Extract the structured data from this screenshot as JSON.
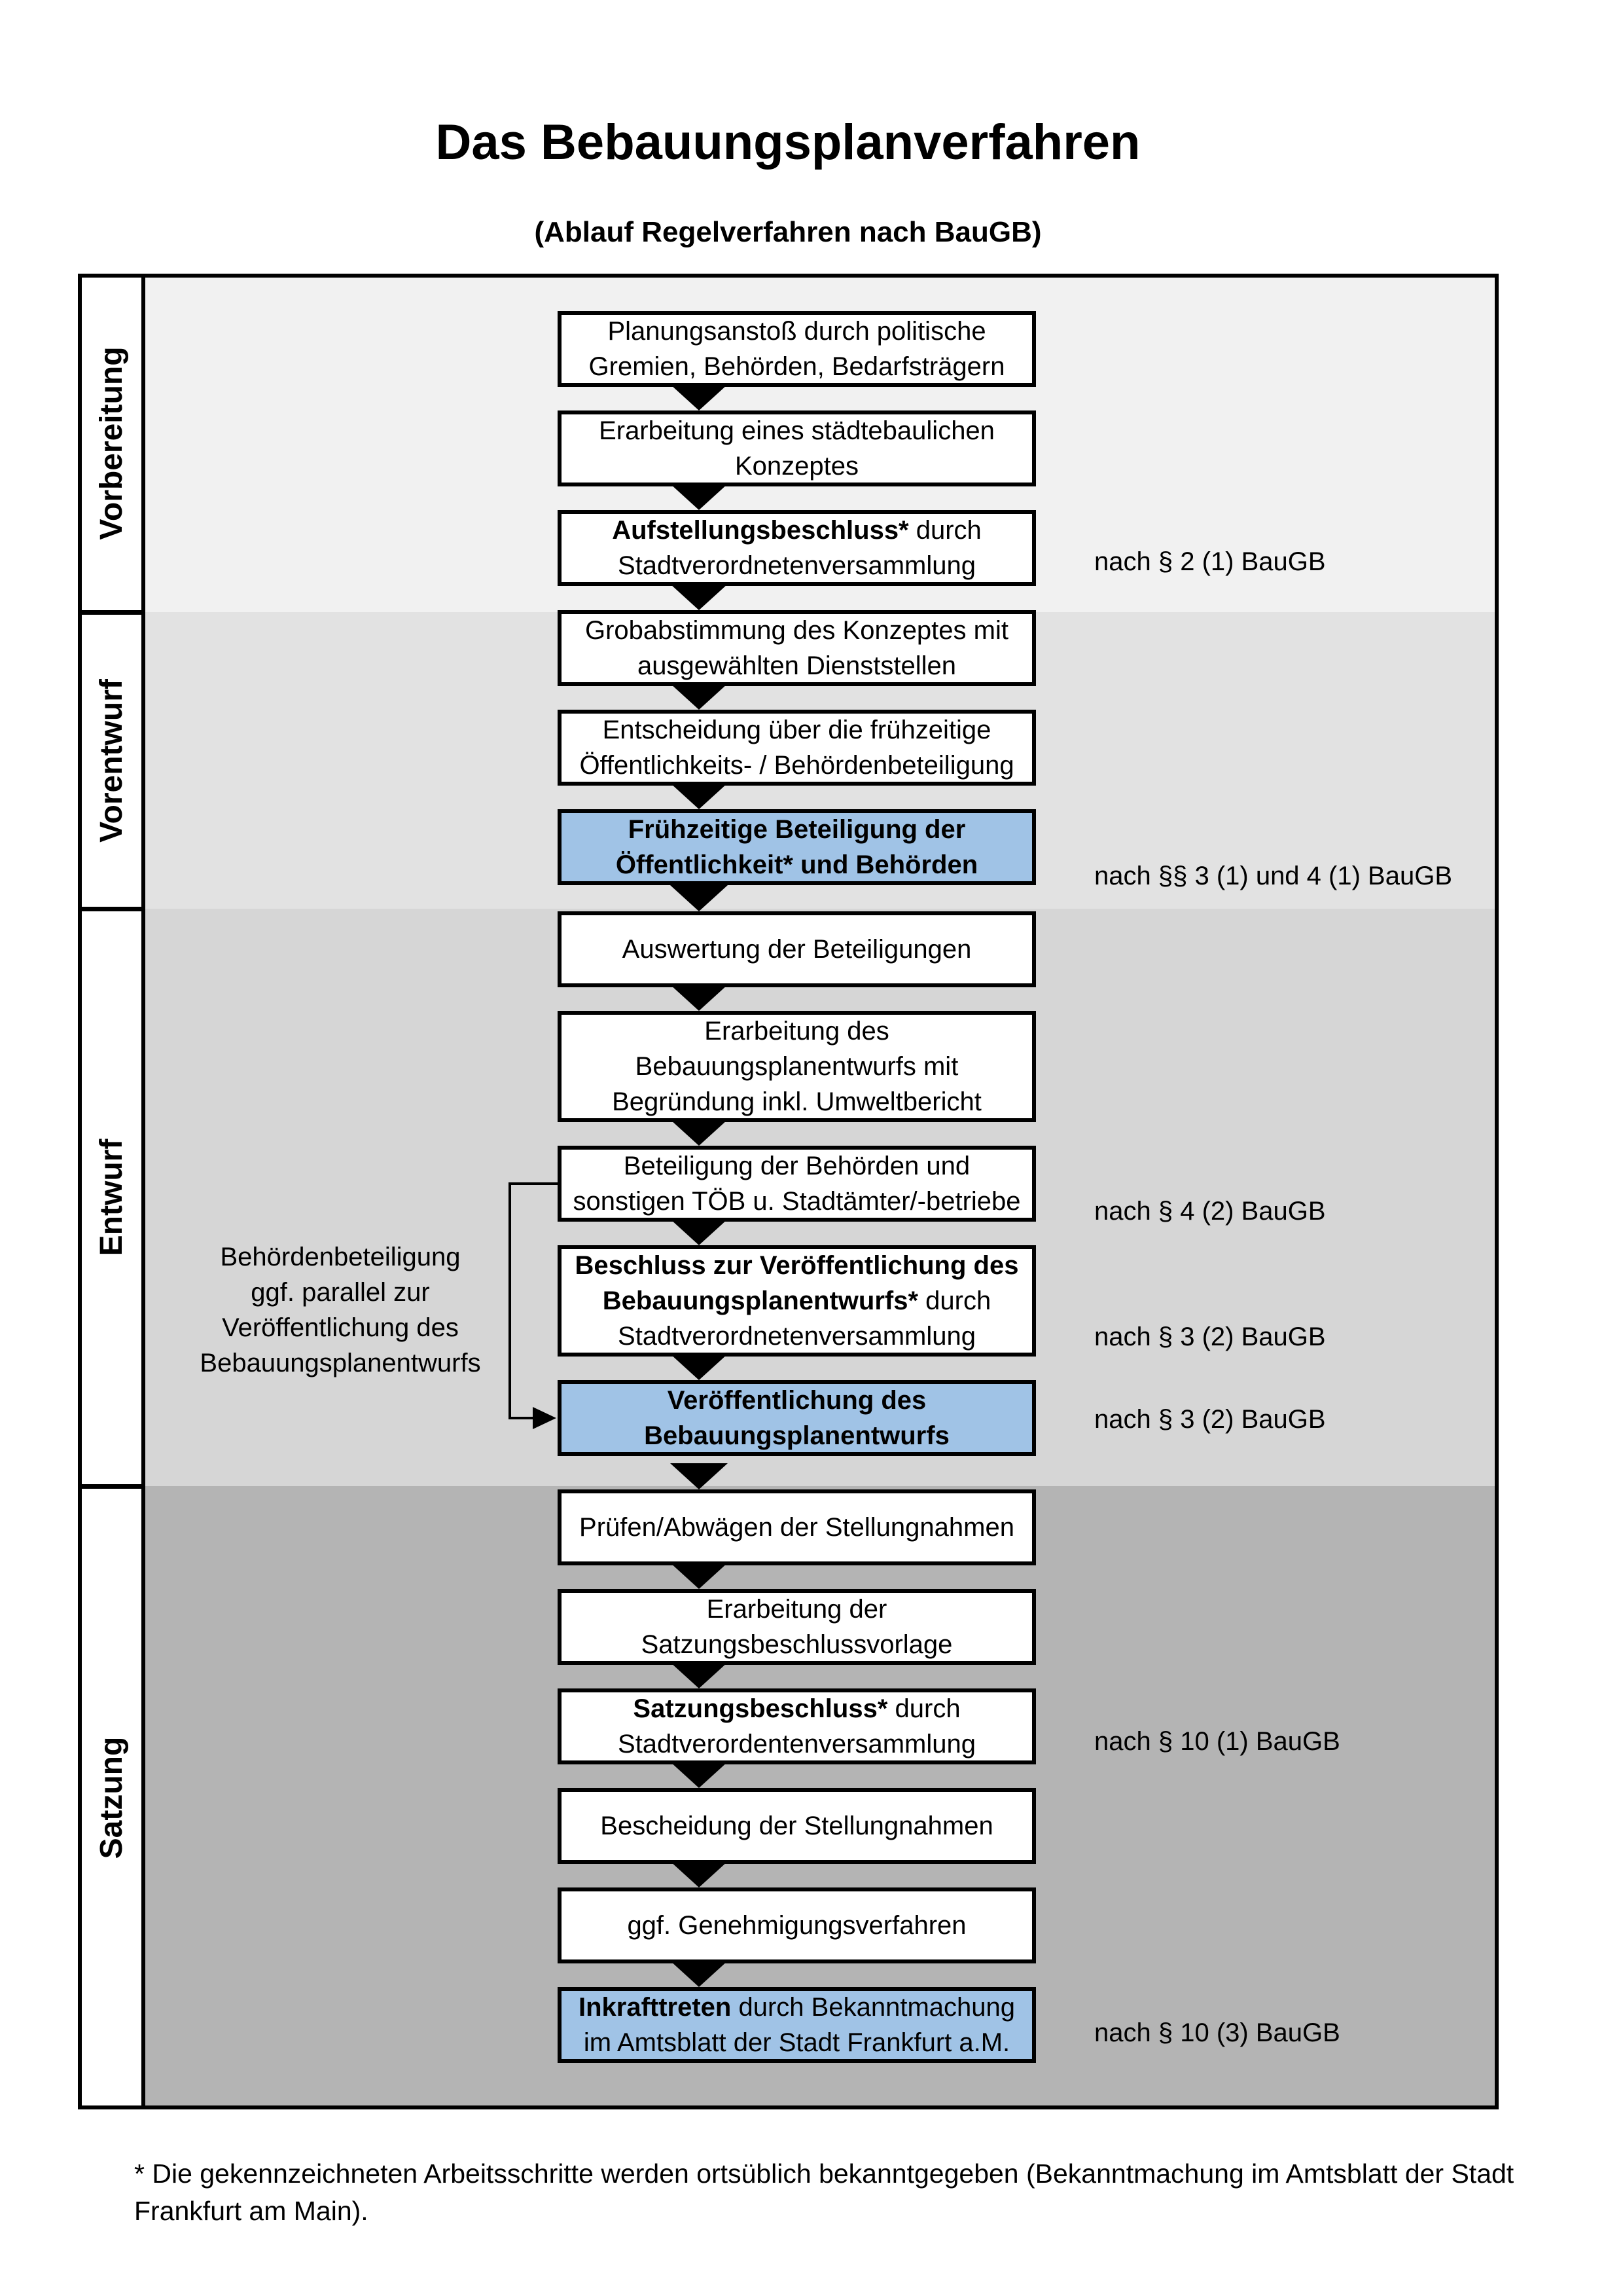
{
  "title": "Das Bebauungsplanverfahren",
  "subtitle": "(Ablauf Regelverfahren nach BauGB)",
  "colors": {
    "box_border": "#000000",
    "box_background": "#ffffff",
    "highlight_box_background": "#a0c3e6",
    "arrow": "#000000",
    "band_vorbereitung": "#f1f1f1",
    "band_vorentwurf": "#e2e2e2",
    "band_entwurf": "#d6d6d6",
    "band_satzung": "#b4b4b4",
    "label_column_background": "#ffffff"
  },
  "sections": [
    {
      "label": "Vorbereitung",
      "bg": "#f1f1f1"
    },
    {
      "label": "Vorentwurf",
      "bg": "#e2e2e2"
    },
    {
      "label": "Entwurf",
      "bg": "#d6d6d6"
    },
    {
      "label": "Satzung",
      "bg": "#b4b4b4"
    }
  ],
  "boxes": [
    {
      "id": "planungsanstoss",
      "section": 0,
      "highlight": false,
      "lines": [
        {
          "segments": [
            {
              "text": "Planungsanstoß durch politische",
              "bold": false
            }
          ]
        },
        {
          "segments": [
            {
              "text": "Gremien, Behörden, Bedarfsträgern",
              "bold": false
            }
          ]
        }
      ]
    },
    {
      "id": "staedtebauliches-konzept",
      "section": 0,
      "highlight": false,
      "lines": [
        {
          "segments": [
            {
              "text": "Erarbeitung eines städtebaulichen",
              "bold": false
            }
          ]
        },
        {
          "segments": [
            {
              "text": "Konzeptes",
              "bold": false
            }
          ]
        }
      ]
    },
    {
      "id": "aufstellungsbeschluss",
      "section": 0,
      "highlight": false,
      "lines": [
        {
          "segments": [
            {
              "text": "Aufstellungsbeschluss*",
              "bold": true
            },
            {
              "text": " durch",
              "bold": false
            }
          ]
        },
        {
          "segments": [
            {
              "text": "Stadtverordnetenversammlung",
              "bold": false
            }
          ]
        }
      ]
    },
    {
      "id": "grobabstimmung",
      "section": 1,
      "highlight": false,
      "lines": [
        {
          "segments": [
            {
              "text": "Grobabstimmung des Konzeptes mit",
              "bold": false
            }
          ]
        },
        {
          "segments": [
            {
              "text": "ausgewählten Dienststellen",
              "bold": false
            }
          ]
        }
      ]
    },
    {
      "id": "entscheidung-beteiligung",
      "section": 1,
      "highlight": false,
      "lines": [
        {
          "segments": [
            {
              "text": "Entscheidung über die frühzeitige",
              "bold": false
            }
          ]
        },
        {
          "segments": [
            {
              "text": "Öffentlichkeits- / Behördenbeteiligung",
              "bold": false
            }
          ]
        }
      ]
    },
    {
      "id": "fruehzeitige-beteiligung",
      "section": 1,
      "highlight": true,
      "lines": [
        {
          "segments": [
            {
              "text": "Frühzeitige Beteiligung der",
              "bold": true
            }
          ]
        },
        {
          "segments": [
            {
              "text": "Öffentlichkeit* und Behörden",
              "bold": true
            }
          ]
        }
      ]
    },
    {
      "id": "auswertung-beteiligungen",
      "section": 2,
      "highlight": false,
      "lines": [
        {
          "segments": [
            {
              "text": "Auswertung der Beteiligungen",
              "bold": false
            }
          ]
        }
      ]
    },
    {
      "id": "erarbeitung-bebauungsplanentwurf",
      "section": 2,
      "highlight": false,
      "lines": [
        {
          "segments": [
            {
              "text": "Erarbeitung des",
              "bold": false
            }
          ]
        },
        {
          "segments": [
            {
              "text": "Bebauungsplanentwurfs mit",
              "bold": false
            }
          ]
        },
        {
          "segments": [
            {
              "text": "Begründung inkl. Umweltbericht",
              "bold": false
            }
          ]
        }
      ]
    },
    {
      "id": "behoerdenbeteiligung",
      "section": 2,
      "highlight": false,
      "lines": [
        {
          "segments": [
            {
              "text": "Beteiligung der Behörden und",
              "bold": false
            }
          ]
        },
        {
          "segments": [
            {
              "text": "sonstigen TÖB u. Stadtämter/-betriebe",
              "bold": false
            }
          ]
        }
      ]
    },
    {
      "id": "beschluss-veroeffentlichung",
      "section": 2,
      "highlight": false,
      "lines": [
        {
          "segments": [
            {
              "text": "Beschluss zur Veröffentlichung des",
              "bold": true
            }
          ]
        },
        {
          "segments": [
            {
              "text": "Bebauungsplanentwurfs*",
              "bold": true
            },
            {
              "text": " durch",
              "bold": false
            }
          ]
        },
        {
          "segments": [
            {
              "text": "Stadtverordnetenversammlung",
              "bold": false
            }
          ]
        }
      ]
    },
    {
      "id": "veroeffentlichung-entwurf",
      "section": 2,
      "highlight": true,
      "lines": [
        {
          "segments": [
            {
              "text": "Veröffentlichung des",
              "bold": true
            }
          ]
        },
        {
          "segments": [
            {
              "text": "Bebauungsplanentwurfs",
              "bold": true
            }
          ]
        }
      ]
    },
    {
      "id": "pruefen-abwaegen",
      "section": 3,
      "highlight": false,
      "lines": [
        {
          "segments": [
            {
              "text": "Prüfen/Abwägen der Stellungnahmen",
              "bold": false
            }
          ]
        }
      ]
    },
    {
      "id": "satzungsbeschlussvorlage",
      "section": 3,
      "highlight": false,
      "lines": [
        {
          "segments": [
            {
              "text": "Erarbeitung der",
              "bold": false
            }
          ]
        },
        {
          "segments": [
            {
              "text": "Satzungsbeschlussvorlage",
              "bold": false
            }
          ]
        }
      ]
    },
    {
      "id": "satzungsbeschluss",
      "section": 3,
      "highlight": false,
      "lines": [
        {
          "segments": [
            {
              "text": "Satzungsbeschluss*",
              "bold": true
            },
            {
              "text": " durch",
              "bold": false
            }
          ]
        },
        {
          "segments": [
            {
              "text": "Stadtverordentenversammlung",
              "bold": false
            }
          ]
        }
      ]
    },
    {
      "id": "bescheidung-stellungnahmen",
      "section": 3,
      "highlight": false,
      "lines": [
        {
          "segments": [
            {
              "text": "Bescheidung der Stellungnahmen",
              "bold": false
            }
          ]
        }
      ]
    },
    {
      "id": "genehmigungsverfahren",
      "section": 3,
      "highlight": false,
      "lines": [
        {
          "segments": [
            {
              "text": "ggf. Genehmigungsverfahren",
              "bold": false
            }
          ]
        }
      ]
    },
    {
      "id": "inkrafttreten",
      "section": 3,
      "highlight": true,
      "lines": [
        {
          "segments": [
            {
              "text": "Inkrafttreten",
              "bold": true
            },
            {
              "text": " durch Bekanntmachung",
              "bold": false
            }
          ]
        },
        {
          "segments": [
            {
              "text": "im Amtsblatt der Stadt Frankfurt a.M.",
              "bold": false
            }
          ]
        }
      ]
    }
  ],
  "annotations": [
    {
      "text": "nach § 2 (1) BauGB"
    },
    {
      "text": "nach §§ 3 (1) und 4 (1) BauGB"
    },
    {
      "text": "nach § 4 (2) BauGB"
    },
    {
      "text": "nach § 3 (2) BauGB"
    },
    {
      "text": "nach § 3 (2) BauGB"
    },
    {
      "text": "nach § 10 (1) BauGB"
    },
    {
      "text": "nach § 10 (3) BauGB"
    }
  ],
  "side_note": {
    "lines": [
      "Behördenbeteiligung",
      "ggf. parallel zur",
      "Veröffentlichung des",
      "Bebauungsplanentwurfs"
    ]
  },
  "footnote": {
    "lines": [
      "* Die gekennzeichneten Arbeitsschritte werden ortsüblich bekanntgegeben (Bekanntmachung im Amtsblatt  der Stadt",
      "Frankfurt am Main)."
    ]
  }
}
